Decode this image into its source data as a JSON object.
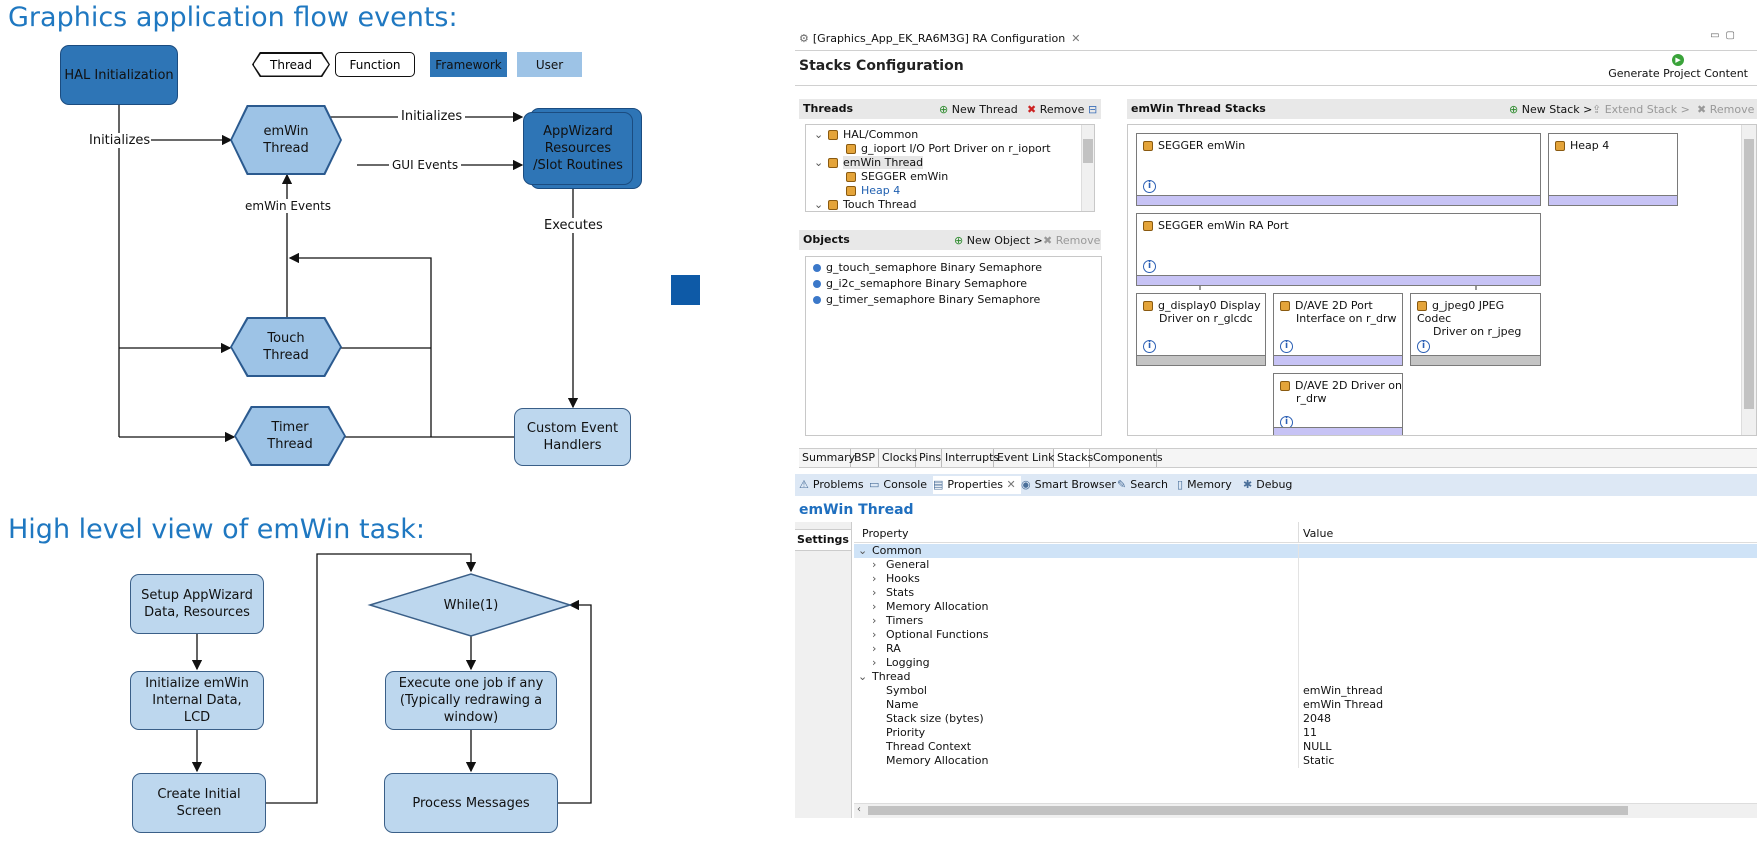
{
  "left": {
    "title_flow": "Graphics application flow events:",
    "title_task": "High level view of emWin task:",
    "legend": {
      "thread": "Thread",
      "function": "Function",
      "framework": "Framework",
      "user": "User"
    },
    "nodes": {
      "hal_init": "HAL Initialization",
      "emwin_thread": [
        "emWin",
        "Thread"
      ],
      "appwizard": [
        "AppWizard",
        "Resources",
        "/Slot Routines"
      ],
      "touch_thread": [
        "Touch",
        "Thread"
      ],
      "timer_thread": [
        "Timer",
        "Thread"
      ],
      "custom_handlers": [
        "Custom Event",
        "Handlers"
      ]
    },
    "edge_labels": {
      "initializes_left": "Initializes",
      "initializes_top": "Initializes",
      "gui_events": "GUI Events",
      "emwin_events": "emWin Events",
      "executes": "Executes"
    },
    "task": {
      "setup": [
        "Setup AppWizard",
        "Data, Resources"
      ],
      "init": [
        "Initialize emWin",
        "Internal Data,",
        "LCD"
      ],
      "create": [
        "Create Initial",
        "Screen"
      ],
      "while": "While(1)",
      "execute": [
        "Execute one job if any",
        "(Typically redrawing a",
        "window)"
      ],
      "process": "Process Messages"
    },
    "colors": {
      "framework": "#2e75b6",
      "user": "#9dc3e6",
      "node_fill": "#bdd7ee",
      "arrow": "#215b9a"
    }
  },
  "ide": {
    "window_tab": "[Graphics_App_EK_RA6M3G] RA Configuration",
    "stacks_title": "Stacks Configuration",
    "generate": "Generate Project Content",
    "threads": {
      "title": "Threads",
      "new_thread": "New Thread",
      "remove": "Remove",
      "items": [
        {
          "label": "HAL/Common",
          "indent": 0
        },
        {
          "label": "g_ioport I/O Port Driver on r_ioport",
          "indent": 1
        },
        {
          "label": "emWin Thread",
          "indent": 0
        },
        {
          "label": "SEGGER emWin",
          "indent": 1
        },
        {
          "label": "Heap 4",
          "indent": 1
        },
        {
          "label": "Touch Thread",
          "indent": 0
        }
      ]
    },
    "objects": {
      "title": "Objects",
      "new_object": "New Object >",
      "remove": "Remove",
      "items": [
        "g_touch_semaphore Binary Semaphore",
        "g_i2c_semaphore Binary Semaphore",
        "g_timer_semaphore Binary Semaphore"
      ]
    },
    "stacks": {
      "title": "emWin Thread Stacks",
      "new_stack": "New Stack >",
      "extend_stack": "Extend Stack >",
      "remove": "Remove",
      "modules": {
        "segger": "SEGGER emWin",
        "heap": "Heap 4",
        "ra_port": "SEGGER emWin RA Port",
        "display": [
          "g_display0 Display",
          "Driver on r_glcdc"
        ],
        "dave_port": [
          "D/AVE 2D Port",
          "Interface on r_drw"
        ],
        "jpeg": [
          "g_jpeg0 JPEG Codec",
          "Driver on r_jpeg"
        ],
        "dave_driver": [
          "D/AVE 2D Driver on",
          "r_drw"
        ]
      }
    },
    "config_tabs": [
      "Summary",
      "BSP",
      "Clocks",
      "Pins",
      "Interrupts",
      "Event Links",
      "Stacks",
      "Components"
    ],
    "view_tabs": [
      "Problems",
      "Console",
      "Properties",
      "Smart Browser",
      "Search",
      "Memory",
      "Debug"
    ],
    "properties": {
      "title": "emWin Thread",
      "settings_tab": "Settings",
      "col_property": "Property",
      "col_value": "Value",
      "rows": [
        {
          "label": "Common",
          "value": "",
          "level": 0,
          "exp": "v",
          "sel": true
        },
        {
          "label": "General",
          "value": "",
          "level": 1,
          "exp": ">"
        },
        {
          "label": "Hooks",
          "value": "",
          "level": 1,
          "exp": ">"
        },
        {
          "label": "Stats",
          "value": "",
          "level": 1,
          "exp": ">"
        },
        {
          "label": "Memory Allocation",
          "value": "",
          "level": 1,
          "exp": ">"
        },
        {
          "label": "Timers",
          "value": "",
          "level": 1,
          "exp": ">"
        },
        {
          "label": "Optional Functions",
          "value": "",
          "level": 1,
          "exp": ">"
        },
        {
          "label": "RA",
          "value": "",
          "level": 1,
          "exp": ">"
        },
        {
          "label": "Logging",
          "value": "",
          "level": 1,
          "exp": ">"
        },
        {
          "label": "Thread",
          "value": "",
          "level": 0,
          "exp": "v"
        },
        {
          "label": "Symbol",
          "value": "emWin_thread",
          "level": 1,
          "exp": ""
        },
        {
          "label": "Name",
          "value": "emWin Thread",
          "level": 1,
          "exp": ""
        },
        {
          "label": "Stack size (bytes)",
          "value": "2048",
          "level": 1,
          "exp": ""
        },
        {
          "label": "Priority",
          "value": "11",
          "level": 1,
          "exp": ""
        },
        {
          "label": "Thread Context",
          "value": "NULL",
          "level": 1,
          "exp": ""
        },
        {
          "label": "Memory Allocation",
          "value": "Static",
          "level": 1,
          "exp": ""
        }
      ]
    }
  }
}
